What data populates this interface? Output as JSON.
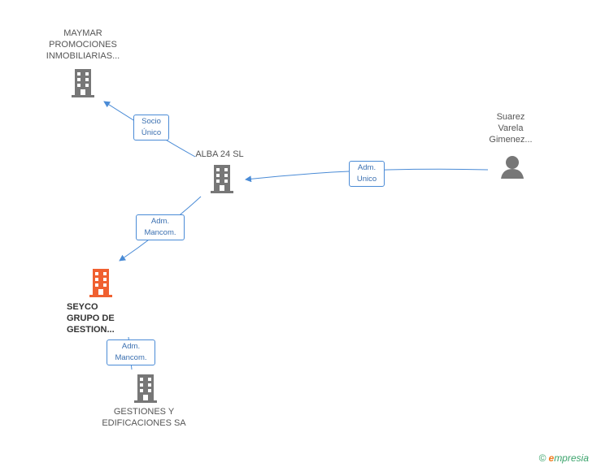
{
  "nodes": {
    "maymar": {
      "lines": [
        "MAYMAR",
        "PROMOCIONES",
        "INMOBILIARIAS..."
      ]
    },
    "alba": {
      "lines": [
        "ALBA 24 SL"
      ]
    },
    "suarez": {
      "lines": [
        "Suarez",
        "Varela",
        "Gimenez..."
      ]
    },
    "seyco": {
      "lines": [
        "SEYCO",
        "GRUPO DE",
        "GESTION..."
      ]
    },
    "gestiones": {
      "lines": [
        "GESTIONES Y",
        "EDIFICACIONES SA"
      ]
    }
  },
  "edges": {
    "socio": {
      "lines": [
        "Socio",
        "Único"
      ]
    },
    "adm_unico": {
      "lines": [
        "Adm.",
        "Unico"
      ]
    },
    "adm_mancom1": {
      "lines": [
        "Adm.",
        "Mancom."
      ]
    },
    "adm_mancom2": {
      "lines": [
        "Adm.",
        "Mancom."
      ]
    }
  },
  "colors": {
    "building": "#777777",
    "highlight": "#f06030",
    "edge": "#4a8bd6",
    "person": "#777777"
  },
  "brand": {
    "copyright": "©",
    "e": "e",
    "name": "mpresia"
  }
}
